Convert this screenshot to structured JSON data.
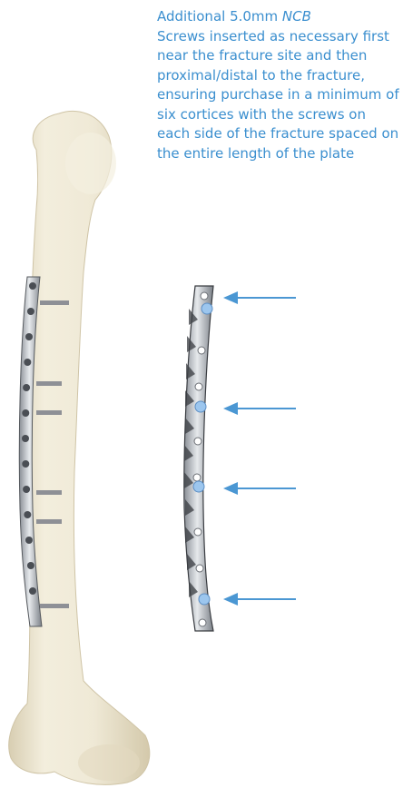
{
  "caption": {
    "prefix": "Additional 5.0mm ",
    "emphasis": "NCB",
    "text": "Screws inserted as necessary first near the fracture site and then proximal/distal to the fracture, ensuring purchase in a minimum of six cortices with the screws on each side of the fracture spaced on the entire length of the plate"
  },
  "colors": {
    "caption_text": "#3b8fcf",
    "arrow": "#4b97d3",
    "bone": "#efe9d6",
    "bone_shade": "#d8ceb2",
    "plate_metal": "#c9cdd2",
    "plate_dark": "#3a3d42",
    "screw_blue": "#9cc6ee"
  },
  "icons": [
    "femur-bone-illustration",
    "locking-plate-on-bone",
    "locking-plate-detail",
    "arrow-left-icon"
  ]
}
